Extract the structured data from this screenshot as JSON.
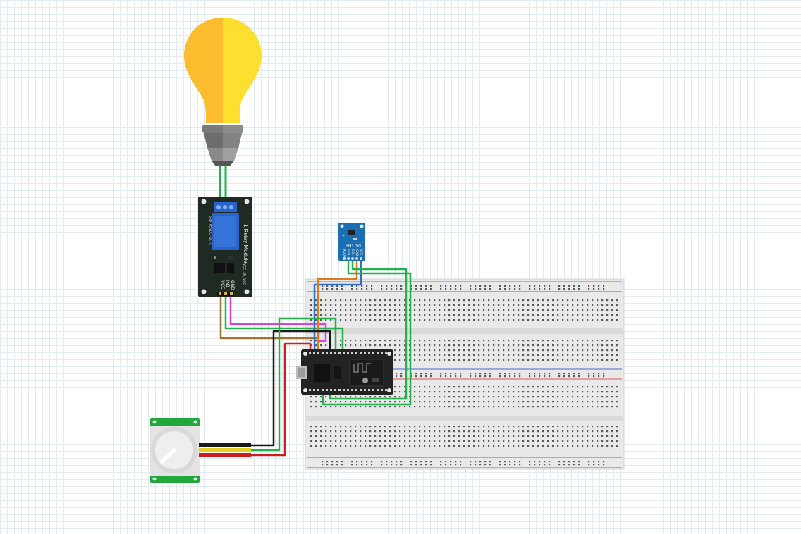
{
  "relay": {
    "title": "1 Relay Module",
    "model": "SRD-05VDC-SL-C",
    "jumper": "VCC JD_VCC",
    "pins": [
      "VCC",
      "IN1",
      "GND"
    ]
  },
  "light_sensor": {
    "title": "BH1750",
    "pins": [
      "ADDR",
      "SDA",
      "SCL",
      "GND",
      "VCC"
    ]
  },
  "colors": {
    "wire_green": "#22b14c",
    "wire_magenta": "#e040e0",
    "wire_brown": "#a0742a",
    "wire_black": "#1a1a1a",
    "wire_red": "#cc2020",
    "wire_orange": "#e07a20",
    "wire_blue": "#2f6fd0",
    "wire_yellow": "#e8d020",
    "bulb_left": "#fbbd2e",
    "bulb_right": "#fde02f",
    "relay_board": "#1f2a22",
    "sensor_board": "#1a6fb0",
    "mcu_board": "#222222"
  }
}
